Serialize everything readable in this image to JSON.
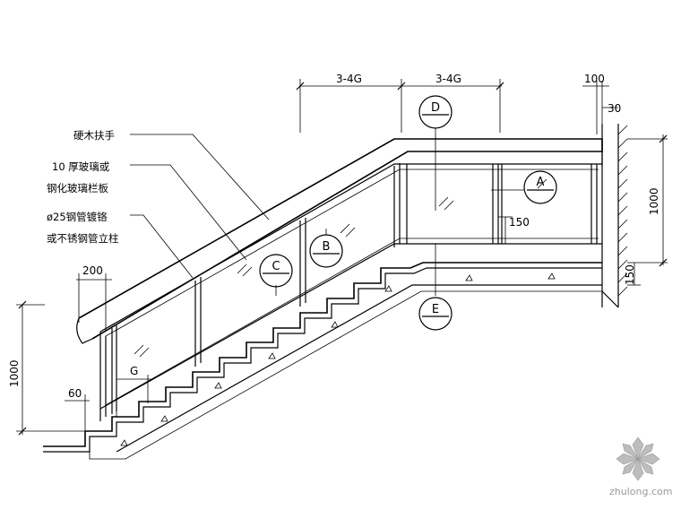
{
  "labels": {
    "handrail": "硬木扶手",
    "glass_line1": "10  厚玻璃或",
    "glass_line2": "钢化玻璃栏板",
    "post_line1": "ø25钢管镀铬",
    "post_line2": "或不锈钢管立柱"
  },
  "dimensions": {
    "span_left": "3-4G",
    "span_right": "3-4G",
    "d100": "100",
    "d30": "30",
    "d1000_right": "1000",
    "d150_right": "150",
    "d150_mid": "150",
    "d200": "200",
    "d1000_left": "1000",
    "g": "G",
    "d60": "60"
  },
  "detail_tags": [
    "D",
    "A",
    "B",
    "C",
    "E"
  ],
  "watermark": "zhulong.com",
  "colors": {
    "line": "#000000",
    "watermark": "#9a9a9a"
  }
}
